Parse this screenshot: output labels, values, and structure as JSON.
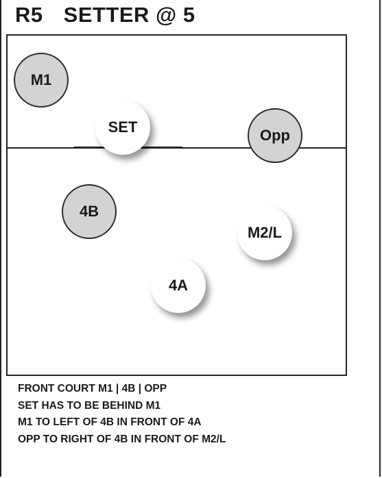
{
  "title": {
    "rotation": "R5",
    "formation": "SETTER @ 5"
  },
  "players": [
    {
      "id": "m1",
      "label": "M1",
      "style": "grey"
    },
    {
      "id": "set",
      "label": "SET",
      "style": "white"
    },
    {
      "id": "opp",
      "label": "Opp",
      "style": "grey"
    },
    {
      "id": "4b",
      "label": "4B",
      "style": "grey"
    },
    {
      "id": "m2l",
      "label": "M2/L",
      "style": "white"
    },
    {
      "id": "4a",
      "label": "4A",
      "style": "white"
    }
  ],
  "colors": {
    "grey_player": "#d3d3d3",
    "white_player": "#ffffff",
    "lines": "#222222"
  },
  "notes": [
    "FRONT COURT M1 | 4B | OPP",
    "SET HAS TO BE BEHIND M1",
    "M1 TO LEFT OF 4B IN FRONT OF 4A",
    "OPP TO RIGHT OF 4B IN FRONT OF M2/L"
  ]
}
